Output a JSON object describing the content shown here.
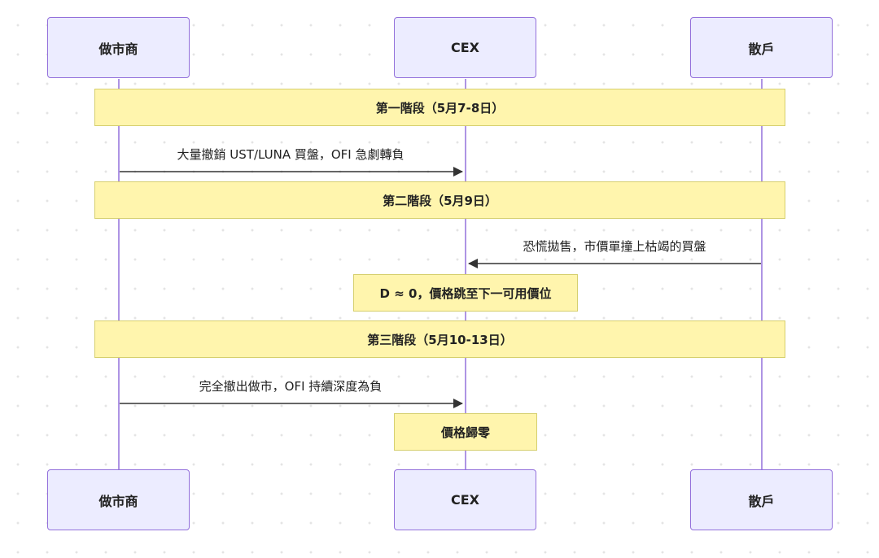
{
  "participants": {
    "mm": "做市商",
    "cex": "CEX",
    "retail": "散戶"
  },
  "phases": {
    "p1": "第一階段（5月7-8日）",
    "p2": "第二階段（5月9日）",
    "p3": "第三階段（5月10-13日）"
  },
  "messages": {
    "m1": "大量撤銷 UST/LUNA 買盤，OFI 急劇轉負",
    "m2": "恐慌拋售，市價單撞上枯竭的買盤",
    "m3": "完全撤出做市，OFI 持續深度為負"
  },
  "notes": {
    "n1": "D ≈ 0，價格跳至下一可用價位",
    "n2": "價格歸零"
  },
  "colors": {
    "actor_fill": "#ececff",
    "actor_border": "#9370db",
    "lifeline": "#9370db",
    "note_fill": "#fff5ad",
    "note_border": "#d6cf6e",
    "arrow": "#333333"
  }
}
